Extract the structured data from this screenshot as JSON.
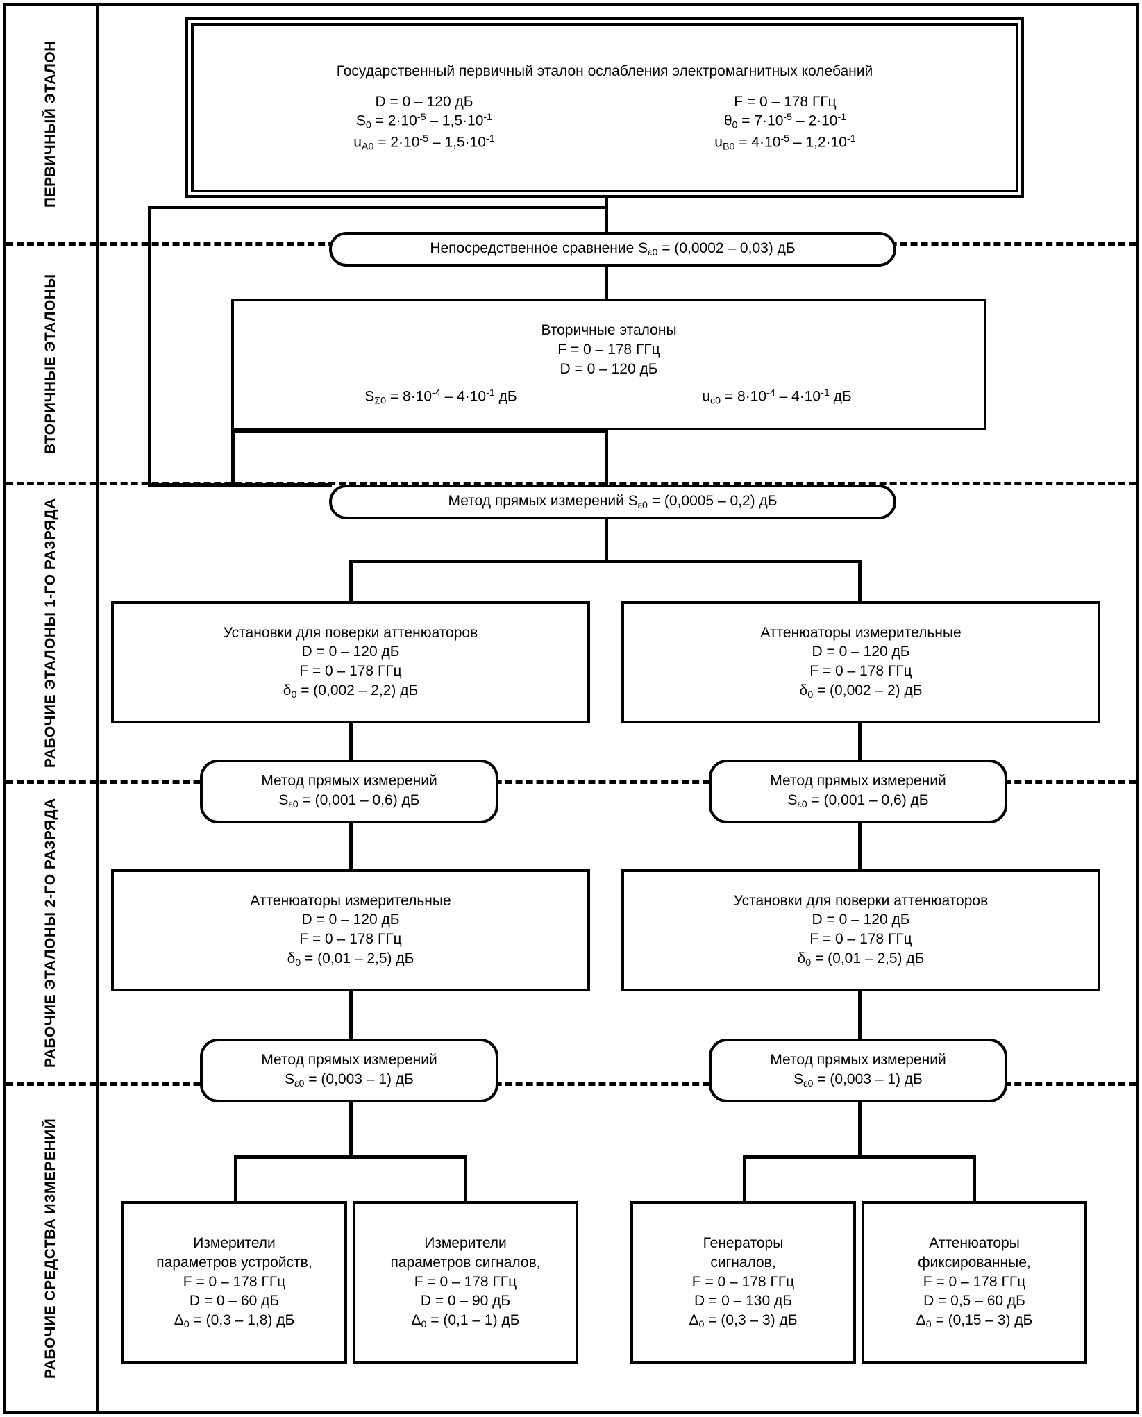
{
  "bands": [
    {
      "id": "primary",
      "label": "ПЕРВИЧНЫЙ\nЭТАЛОН"
    },
    {
      "id": "secondary",
      "label": "ВТОРИЧНЫЕ\nЭТАЛОНЫ"
    },
    {
      "id": "rank1",
      "label": "РАБОЧИЕ ЭТАЛОНЫ\n1-ГО РАЗРЯДА"
    },
    {
      "id": "rank2",
      "label": "РАБОЧИЕ ЭТАЛОНЫ\n2-ГО РАЗРЯДА"
    },
    {
      "id": "working",
      "label": "РАБОЧИЕ СРЕДСТВА\nИЗМЕРЕНИЙ"
    }
  ],
  "primary_standard": {
    "title": "Государственный первичный эталон ослабления электромагнитных колебаний",
    "left": [
      {
        "html": "D = 0 – 120 дБ"
      },
      {
        "html": "S<sub>0</sub> = 2·10<sup>-5</sup> – 1,5·10<sup>-1</sup>"
      },
      {
        "html": "u<sub>A0</sub> = 2·10<sup>-5</sup> – 1,5·10<sup>-1</sup>"
      }
    ],
    "right": [
      {
        "html": "F = 0 – 178 ГГц"
      },
      {
        "html": "θ<sub>0</sub> = 7·10<sup>-5</sup> – 2·10<sup>-1</sup>"
      },
      {
        "html": "u<sub>B0</sub> = 4·10<sup>-5</sup> – 1,2·10<sup>-1</sup>"
      }
    ]
  },
  "method_direct_comparison": {
    "html": "Непосредственное сравнение S<sub>ε0</sub> = (0,0002 – 0,03) дБ"
  },
  "secondary_standards": {
    "title": "Вторичные эталоны",
    "lines": [
      {
        "html": "F = 0 – 178 ГГц"
      },
      {
        "html": "D = 0 – 120 дБ"
      }
    ],
    "left_param": {
      "html": "S<sub>Σ0</sub> = 8·10<sup>-4</sup> – 4·10<sup>-1</sup> дБ"
    },
    "right_param": {
      "html": "u<sub>c0</sub> = 8·10<sup>-4</sup> – 4·10<sup>-1</sup> дБ"
    }
  },
  "method_rank1": {
    "html": "Метод прямых измерений S<sub>ε0</sub> = (0,0005 – 0,2) дБ"
  },
  "rank1_boxes": [
    {
      "title": "Установки для поверки аттенюаторов",
      "lines": [
        {
          "html": "D = 0 – 120 дБ"
        },
        {
          "html": "F = 0 – 178 ГГц"
        },
        {
          "html": "δ<sub>0</sub> = (0,002 – 2,2) дБ"
        }
      ]
    },
    {
      "title": "Аттенюаторы измерительные",
      "lines": [
        {
          "html": "D = 0 – 120 дБ"
        },
        {
          "html": "F = 0 – 178 ГГц"
        },
        {
          "html": "δ<sub>0</sub> = (0,002 – 2) дБ"
        }
      ]
    }
  ],
  "method_rank2": [
    {
      "l1": "Метод прямых измерений",
      "l2": {
        "html": "S<sub>ε0</sub> = (0,001 – 0,6) дБ"
      }
    },
    {
      "l1": "Метод прямых измерений",
      "l2": {
        "html": "S<sub>ε0</sub> = (0,001 – 0,6) дБ"
      }
    }
  ],
  "rank2_boxes": [
    {
      "title": "Аттенюаторы измерительные",
      "lines": [
        {
          "html": "D = 0 – 120 дБ"
        },
        {
          "html": "F = 0 – 178 ГГц"
        },
        {
          "html": "δ<sub>0</sub> = (0,01 – 2,5) дБ"
        }
      ]
    },
    {
      "title": "Установки для поверки аттенюаторов",
      "lines": [
        {
          "html": "D = 0 – 120 дБ"
        },
        {
          "html": "F = 0 – 178 ГГц"
        },
        {
          "html": "δ<sub>0</sub> = (0,01 – 2,5) дБ"
        }
      ]
    }
  ],
  "method_working": [
    {
      "l1": "Метод прямых измерений",
      "l2": {
        "html": "S<sub>ε0</sub> = (0,003 – 1) дБ"
      }
    },
    {
      "l1": "Метод прямых измерений",
      "l2": {
        "html": "S<sub>ε0</sub> = (0,003 – 1) дБ"
      }
    }
  ],
  "working_boxes": [
    {
      "title1": "Измерители",
      "title2": "параметров устройств,",
      "lines": [
        {
          "html": "F = 0 – 178 ГГц"
        },
        {
          "html": "D = 0 – 60 дБ"
        },
        {
          "html": "Δ<sub>0</sub> = (0,3 – 1,8) дБ"
        }
      ]
    },
    {
      "title1": "Измерители",
      "title2": "параметров сигналов,",
      "lines": [
        {
          "html": "F = 0 – 178 ГГц"
        },
        {
          "html": "D = 0 – 90 дБ"
        },
        {
          "html": "Δ<sub>0</sub> = (0,1 – 1) дБ"
        }
      ]
    },
    {
      "title1": "Генераторы",
      "title2": "сигналов,",
      "lines": [
        {
          "html": "F = 0 – 178 ГГц"
        },
        {
          "html": "D = 0 – 130 дБ"
        },
        {
          "html": "Δ<sub>0</sub> = (0,3 – 3) дБ"
        }
      ]
    },
    {
      "title1": "Аттенюаторы",
      "title2": "фиксированные,",
      "lines": [
        {
          "html": "F = 0 – 178 ГГц"
        },
        {
          "html": "D = 0,5 – 60 дБ"
        },
        {
          "html": "Δ<sub>0</sub> = (0,15 – 3) дБ"
        }
      ]
    }
  ],
  "colors": {
    "line": "#000000",
    "background": "#ffffff"
  }
}
